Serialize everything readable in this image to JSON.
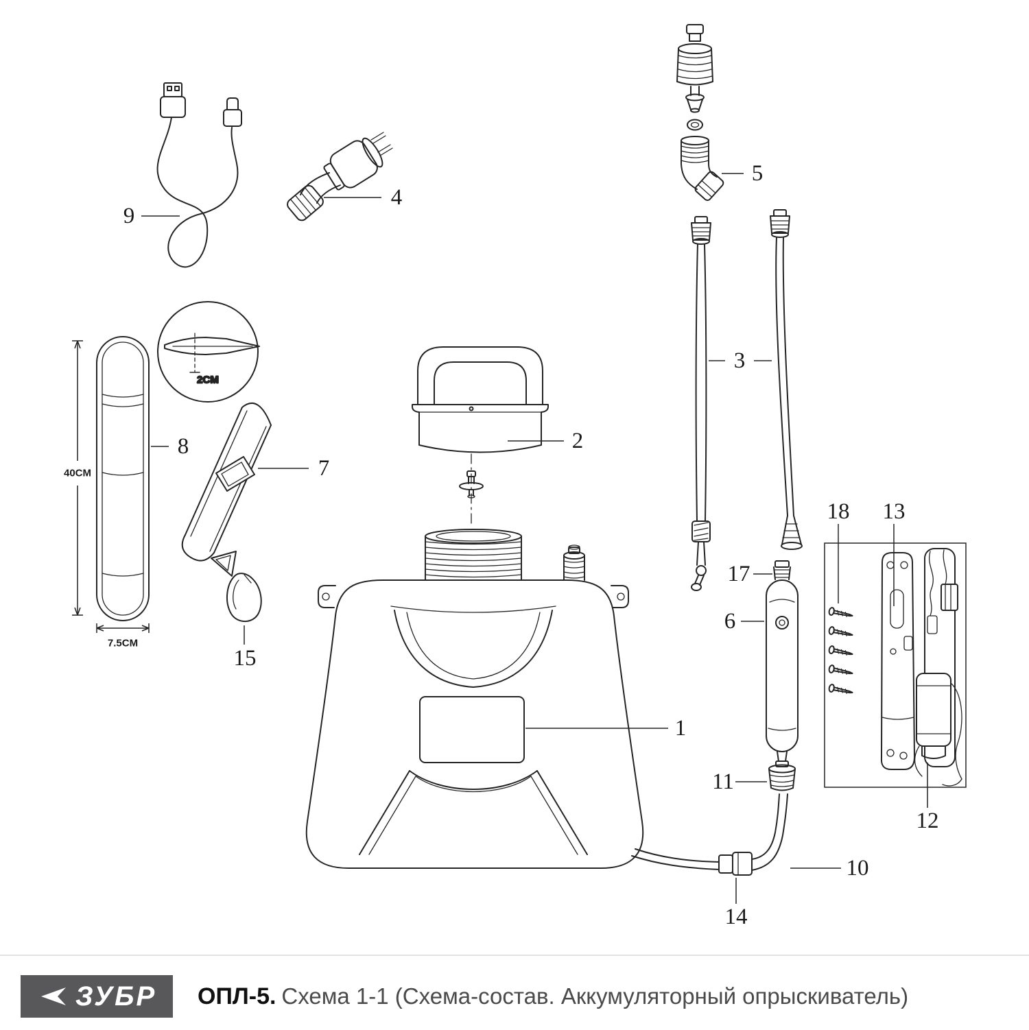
{
  "labels": {
    "p1": "1",
    "p2": "2",
    "p3": "3",
    "p4": "4",
    "p5": "5",
    "p6": "6",
    "p7": "7",
    "p8": "8",
    "p9": "9",
    "p10": "10",
    "p11": "11",
    "p12": "12",
    "p13": "13",
    "p14": "14",
    "p15": "15",
    "p17": "17",
    "p18": "18"
  },
  "dimensions": {
    "pad_length": "40CM",
    "pad_width": "7.5CM",
    "tip_detail": "2CM"
  },
  "footer": {
    "brand": "ЗУБР",
    "model": "ОПЛ-5.",
    "subtitle": "Схема 1-1 (Схема-состав. Аккумуляторный опрыскиватель)"
  }
}
